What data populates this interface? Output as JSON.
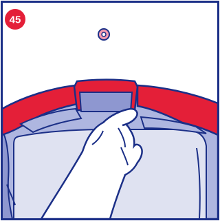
{
  "step": {
    "number": "45"
  },
  "colors": {
    "outline": "#1b2f87",
    "sky": "#ffffff",
    "red": "#e41f38",
    "pink": "#f39bb0",
    "blue_light": "#aeb6e0",
    "blue_mid": "#8e97d0",
    "panel": "#dfe2f1",
    "hand": "#ffffff",
    "step_badge": "#e41f38"
  },
  "icons": {
    "badge": "step-number-badge",
    "screw": "screw-hole-icon",
    "hand": "hand-pulling-illustration"
  }
}
